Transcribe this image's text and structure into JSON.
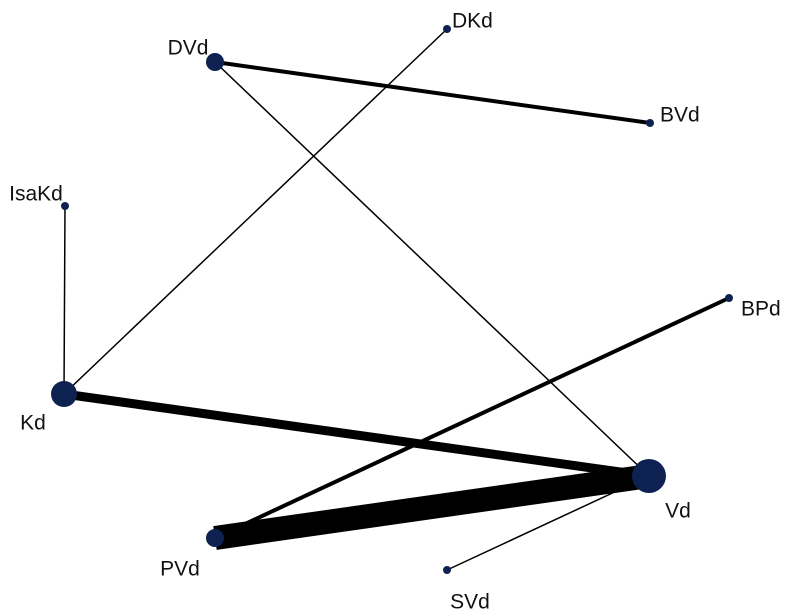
{
  "diagram": {
    "type": "network-graph",
    "node_color": "#0d2250",
    "edge_color": "#000000",
    "nodes": [
      {
        "id": "DKd",
        "label": "DKd",
        "size": "small"
      },
      {
        "id": "DVd",
        "label": "DVd",
        "size": "medium"
      },
      {
        "id": "BVd",
        "label": "BVd",
        "size": "small"
      },
      {
        "id": "IsaKd",
        "label": "IsaKd",
        "size": "small"
      },
      {
        "id": "BPd",
        "label": "BPd",
        "size": "small"
      },
      {
        "id": "Kd",
        "label": "Kd",
        "size": "large"
      },
      {
        "id": "Vd",
        "label": "Vd",
        "size": "xlarge"
      },
      {
        "id": "PVd",
        "label": "PVd",
        "size": "medium"
      },
      {
        "id": "SVd",
        "label": "SVd",
        "size": "small"
      }
    ],
    "edges": [
      {
        "source": "DVd",
        "target": "BVd",
        "weight": "medium"
      },
      {
        "source": "DVd",
        "target": "Vd",
        "weight": "thin"
      },
      {
        "source": "DKd",
        "target": "Kd",
        "weight": "thin"
      },
      {
        "source": "IsaKd",
        "target": "Kd",
        "weight": "thin"
      },
      {
        "source": "BPd",
        "target": "PVd",
        "weight": "medium"
      },
      {
        "source": "Kd",
        "target": "Vd",
        "weight": "thick"
      },
      {
        "source": "PVd",
        "target": "Vd",
        "weight": "xthick"
      },
      {
        "source": "SVd",
        "target": "Vd",
        "weight": "thin"
      }
    ]
  }
}
